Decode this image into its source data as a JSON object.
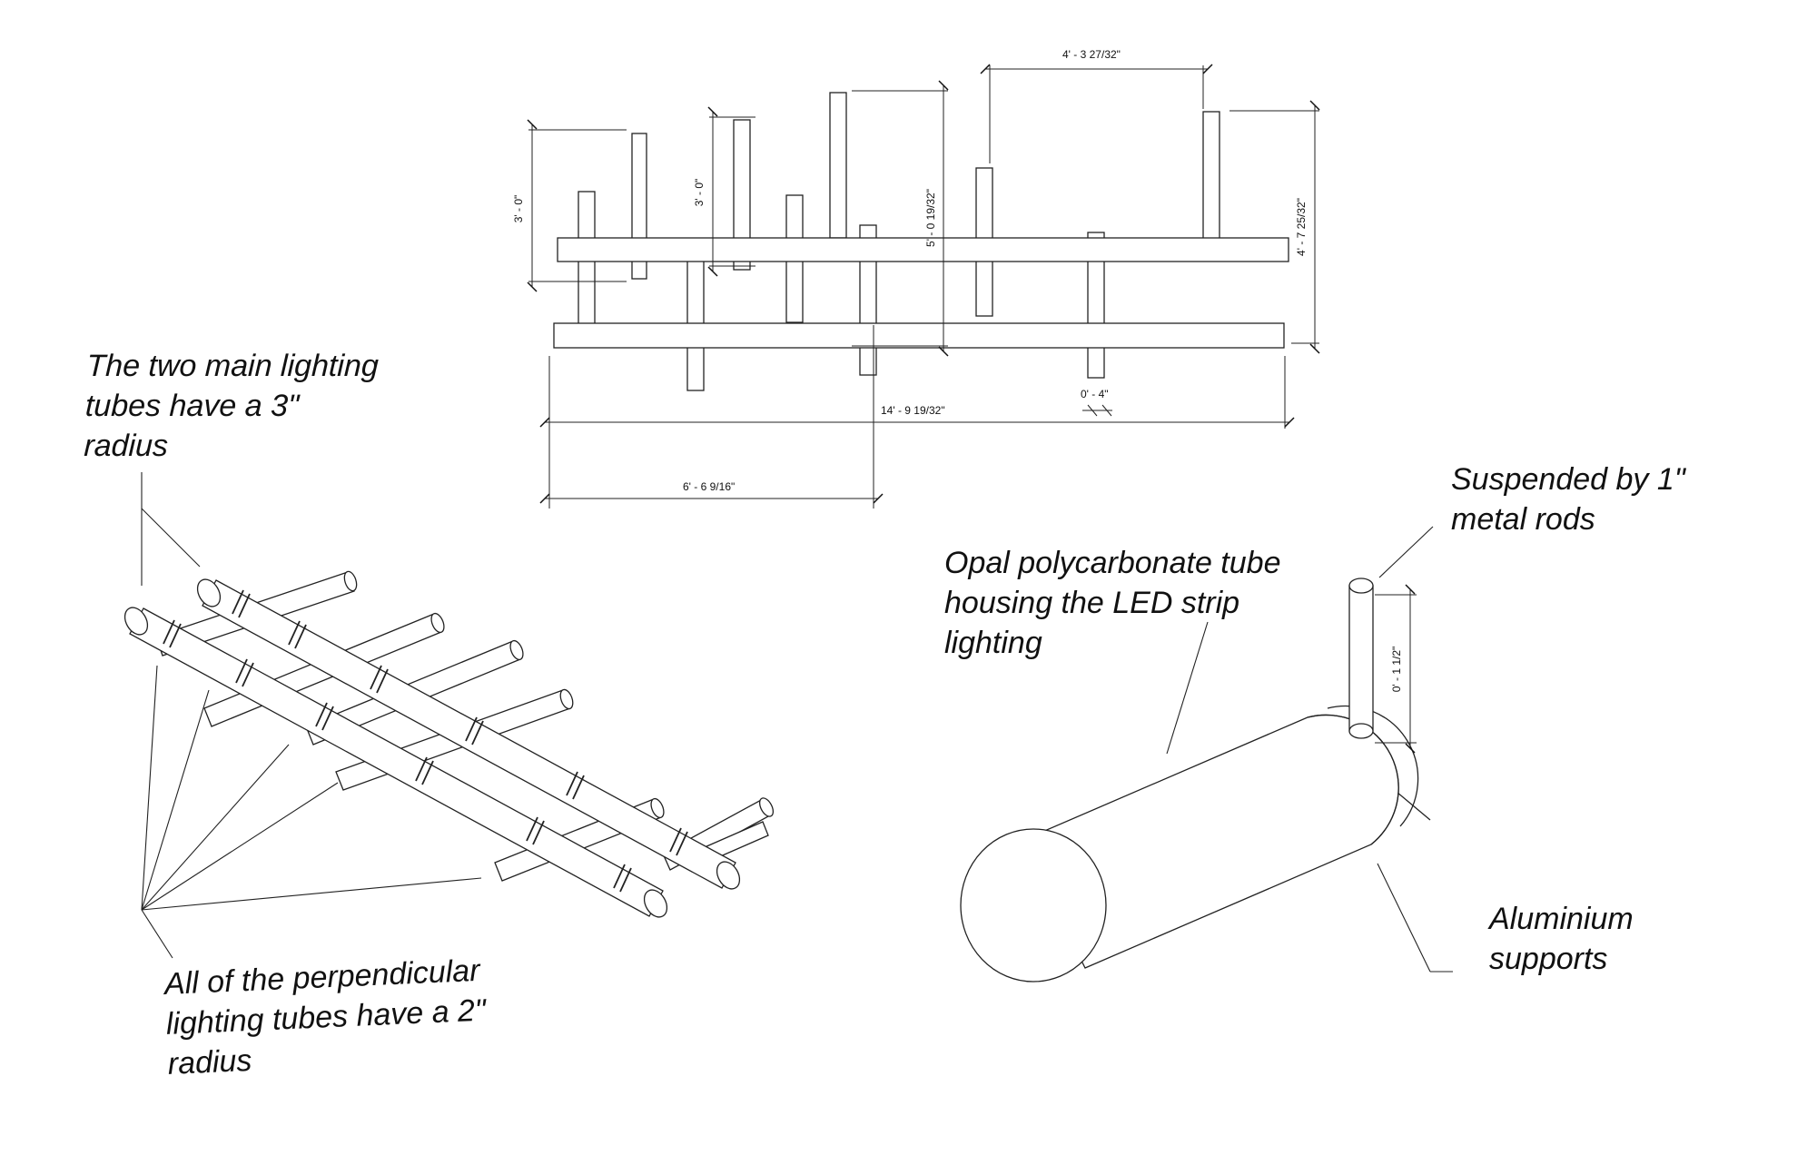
{
  "elevation": {
    "dims": {
      "span_top": "4' - 3 27/32\"",
      "left_rod": "3' - 0\"",
      "second_rod": "3' - 0\"",
      "center_height": "5' - 0 19/32\"",
      "right_height": "4' - 7 25/32\"",
      "overall_length": "14' - 9 19/32\"",
      "tube_gap": "0' - 4\"",
      "half_length": "6' - 6 9/16\""
    }
  },
  "detail": {
    "dims": {
      "rod_length": "0' - 1 1/2\""
    }
  },
  "annotations": {
    "main_tubes": [
      "The two main lighting",
      "tubes have a 3\"",
      "radius"
    ],
    "perpendicular_tubes": [
      "All of the perpendicular",
      "lighting tubes have a 2\"",
      "radius"
    ],
    "metal_rods": [
      "Suspended by 1\"",
      "metal rods"
    ],
    "opal_tube": [
      "Opal polycarbonate tube",
      "housing the LED strip",
      "lighting"
    ],
    "supports": [
      "Aluminium",
      "supports"
    ]
  }
}
